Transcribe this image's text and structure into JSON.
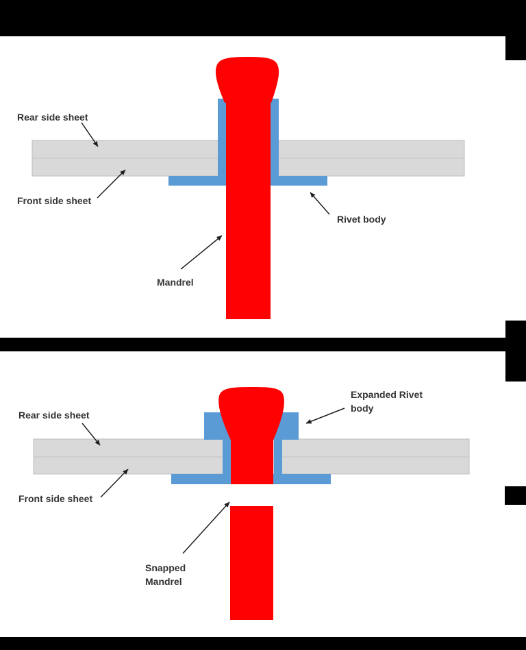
{
  "diagram_title": "Blind rivet installation diagram (before and after setting)",
  "colors": {
    "mandrel_red": "#fe0202",
    "rivet_blue": "#5b9bd5",
    "sheet_gray": "#d9d9d9",
    "sheet_border": "#bdbdbd",
    "bar_black": "#000000",
    "label_text": "#333333"
  },
  "panel_top": {
    "labels": {
      "rear_side_sheet": "Rear side sheet",
      "front_side_sheet": "Front side sheet",
      "rivet_body": "Rivet body",
      "mandrel": "Mandrel"
    }
  },
  "panel_bottom": {
    "labels": {
      "rear_side_sheet": "Rear side sheet",
      "front_side_sheet": "Front side sheet",
      "expanded_rivet_body": "Expanded Rivet body",
      "snapped_mandrel": "Snapped Mandrel"
    }
  }
}
